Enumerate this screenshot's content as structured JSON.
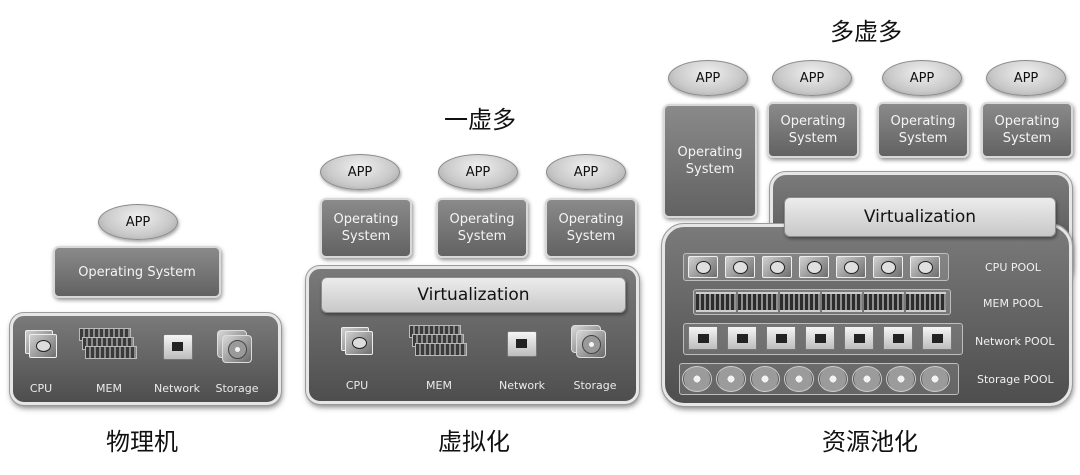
{
  "physical": {
    "title": "物理机",
    "app": "APP",
    "os": "Operating System",
    "components": [
      "CPU",
      "MEM",
      "Network",
      "Storage"
    ]
  },
  "virtualization": {
    "heading": "一虚多",
    "title": "虚拟化",
    "apps": [
      "APP",
      "APP",
      "APP"
    ],
    "os": [
      "Operating\nSystem",
      "Operating\nSystem",
      "Operating\nSystem"
    ],
    "layer": "Virtualization",
    "components": [
      "CPU",
      "MEM",
      "Network",
      "Storage"
    ]
  },
  "pooling": {
    "heading": "多虚多",
    "title": "资源池化",
    "apps": [
      "APP",
      "APP",
      "APP",
      "APP"
    ],
    "os": [
      "Operating\nSystem",
      "Operating\nSystem",
      "Operating\nSystem",
      "Operating\nSystem"
    ],
    "layer": "Virtualization",
    "pools": [
      "CPU POOL",
      "MEM POOL",
      "Network POOL",
      "Storage POOL"
    ]
  },
  "colors": {
    "panel": "#5e5e5e",
    "os": "#747474",
    "virtualization_bar": "#d9d9d9",
    "app": "#cfcfcf"
  }
}
